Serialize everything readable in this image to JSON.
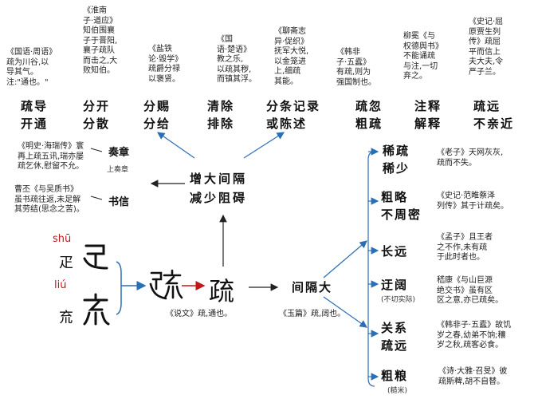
{
  "top_citations": [
    "《国语·周语》\n疏为川谷,以\n导其气。\n注:\"通也。\"",
    "《淮南\n子·道应》\n知伯围襄\n子于晋阳,\n襄子疏队\n而击之,大\n败知伯。",
    "《盐铁\n论·毁学》\n疏爵分禄\n以褒贤。",
    "《国\n语·楚语》\n教之乐,\n以疏其秽,\n而镇其浮。",
    "《聊斋志\n异·促织》\n抚军大悦,\n以金笼进\n上,细疏\n其能。",
    "《韩非\n子·五蠹》\n有疏,则为\n强国制也。",
    "柳冕《与\n权德舆书》\n不能诵疏\n与注,一切\n弃之。",
    "《史记·屈\n原贾生列\n传》疏屈\n平而信上\n夫大夫,令\n严子兰。"
  ],
  "top_meanings": [
    "疏导\n开通",
    "分开\n分散",
    "分赐\n分给",
    "清除\n排除",
    "分条记录\n或陈述",
    "疏忽\n粗疏",
    "注释\n解释",
    "疏远\n不亲近"
  ],
  "left": {
    "cite1": "《明史·海瑞传》寰\n再上疏五讯,瑞亦屡\n疏乞休,慰留不允。",
    "cite2": "曹丕《与吴质书》\n虽书疏往返,未足解\n其劳结(思念之苦)。",
    "memorial": "奏章",
    "memorial_sub": "上奏章",
    "letter": "书信"
  },
  "center": {
    "extend": "增大间隔\n减少阻碍",
    "main_char": "疏",
    "shuowen": "《说文》疏,通也。",
    "interval": "间隔大",
    "yupian": "《玉篇》疏,阔也。"
  },
  "components": {
    "shu_pinyin": "shū",
    "shu_char": "疋",
    "liu_pinyin": "liú",
    "liu_char": "㐬"
  },
  "right": [
    {
      "meaning": "稀疏\n稀少",
      "sub": "",
      "cite": "《老子》天网灰灰,\n疏而不失。"
    },
    {
      "meaning": "粗略\n不周密",
      "sub": "",
      "cite": "《史记·范睢蔡泽\n列传》其于计疏矣。"
    },
    {
      "meaning": "长远",
      "sub": "",
      "cite": "《孟子》且王者\n之不作,未有疏\n于此时者也。"
    },
    {
      "meaning": "迂阔",
      "sub": "(不切实际)",
      "cite": "嵇康《与山巨源\n绝交书》虽有区\n区之意,亦已疏矣。"
    },
    {
      "meaning": "关系\n疏远",
      "sub": "",
      "cite": "《韩非子·五蠹》故饥\n岁之春,幼弟不饷;穰\n岁之秋,疏客必食。"
    },
    {
      "meaning": "粗粮",
      "sub": "(糙米)",
      "cite": "《诗·大雅·召旻》彼\n疏斯粺,胡不自替。"
    }
  ]
}
